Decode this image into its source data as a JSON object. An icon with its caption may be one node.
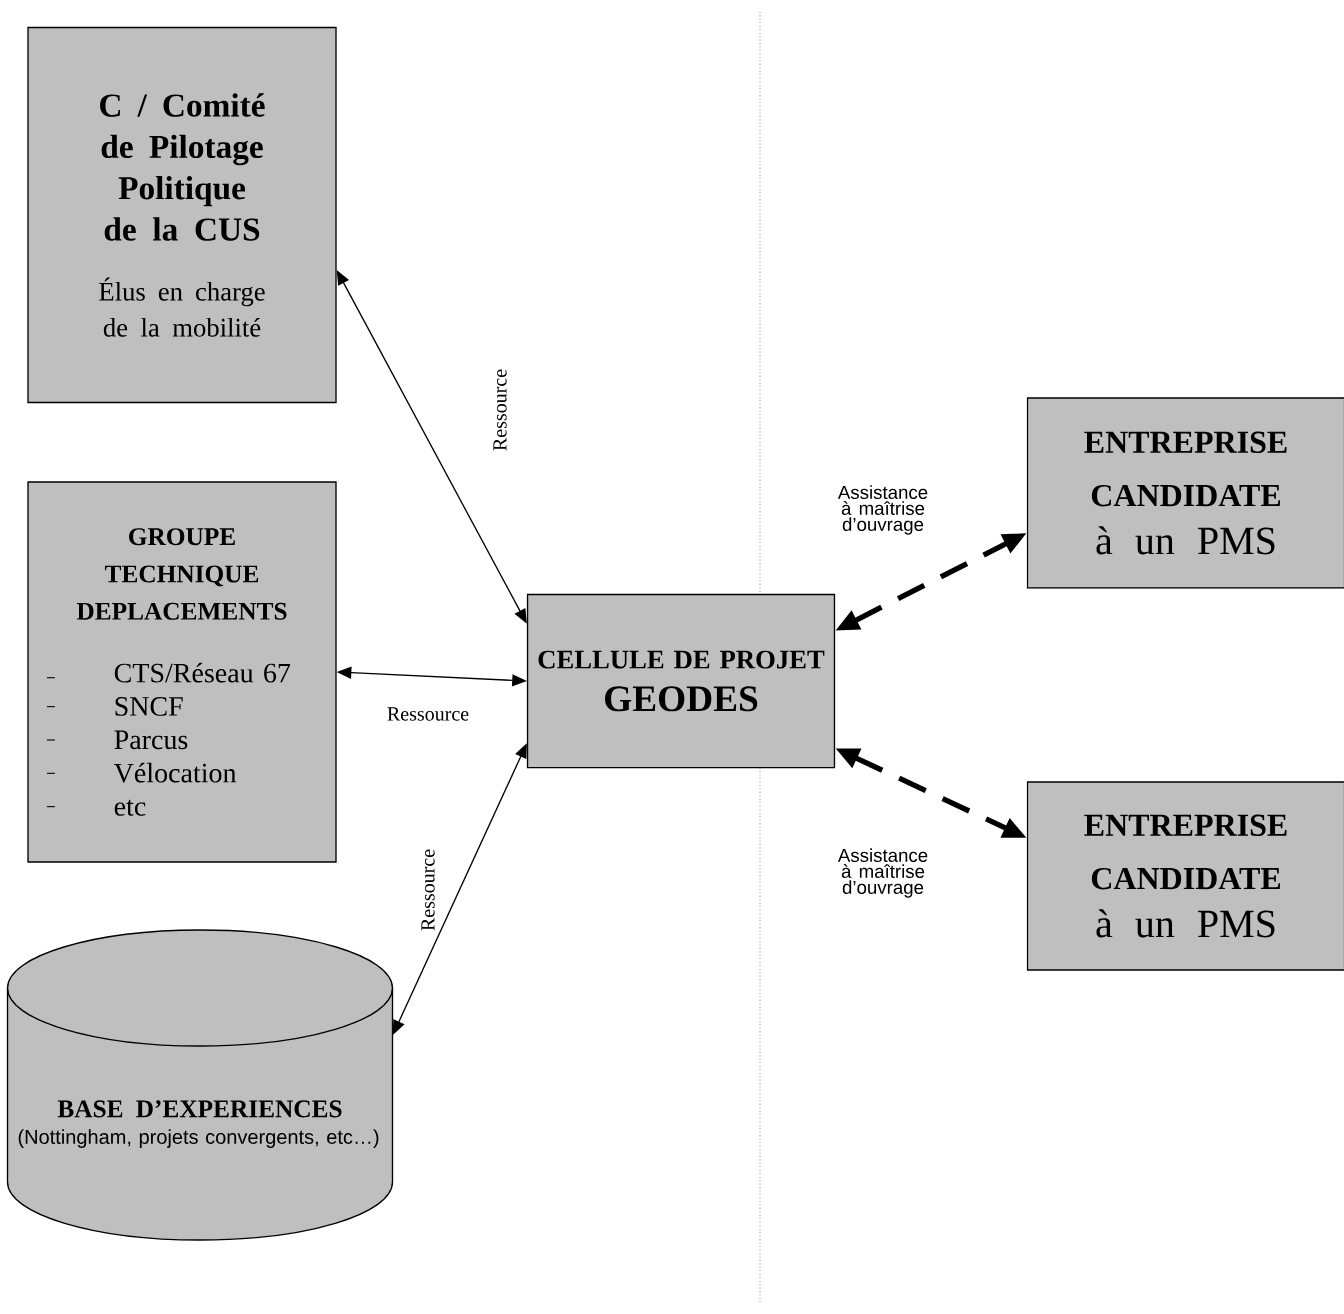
{
  "diagram": {
    "nodes": [
      {
        "text": [
          "C / Comité de Pilotage Politique de la CUS",
          "Élus en charge de la mobilité"
        ]
      },
      {
        "text": [
          "GROUPE TECHNIQUE DEPLACEMENTS",
          "CTS/Réseau 67",
          "SNCF",
          "Parcus",
          "Vélocation",
          "etc"
        ]
      },
      {
        "text": [
          "BASE D’EXPERIENCES",
          "(Nottingham, projets convergents, etc…)"
        ]
      },
      {
        "text": [
          "CELLULE DE PROJET",
          "GEODES"
        ]
      },
      {
        "text": [
          "ENTREPRISE CANDIDATE",
          "à un PMS"
        ]
      },
      {
        "text": [
          "ENTREPRISE CANDIDATE",
          "à un PMS"
        ]
      }
    ],
    "edges": [
      {
        "from": 0,
        "to": 3,
        "arrow": "both",
        "label": "Ressource"
      },
      {
        "from": 1,
        "to": 3,
        "arrow": "both",
        "label": "Ressource"
      },
      {
        "from": 2,
        "to": 3,
        "arrow": "both",
        "label": "Ressource"
      },
      {
        "from": 3,
        "to": 4,
        "arrow": "both",
        "label": "Assistance à maîtrise d’ouvrage",
        "style": "dashed"
      },
      {
        "from": 3,
        "to": 5,
        "arrow": "both",
        "label": "Assistance à maîtrise d’ouvrage",
        "style": "dashed"
      }
    ]
  }
}
